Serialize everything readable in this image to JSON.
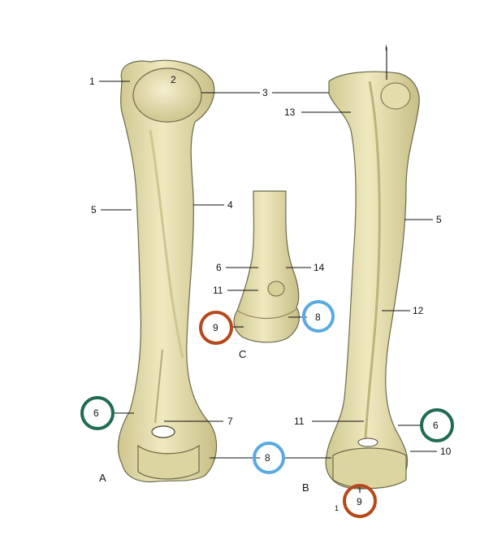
{
  "figure_labels": {
    "view_a": "A",
    "view_b": "B",
    "view_c": "C"
  },
  "markers": {
    "top_small": "I",
    "bottom_small": "1"
  },
  "view_a_labels": {
    "n1": "1",
    "n2": "2",
    "n3": "3",
    "n4": "4",
    "n5": "5",
    "n6": "6",
    "n7": "7",
    "n8": "8"
  },
  "view_b_labels": {
    "n13": "13",
    "n5": "5",
    "n12": "12",
    "n11": "11",
    "n6": "6",
    "n10": "10",
    "n9": "9"
  },
  "view_c_labels": {
    "n6": "6",
    "n14": "14",
    "n11": "11",
    "n9": "9",
    "n8": "8"
  },
  "colors": {
    "bone_fill": "#e9e3b4",
    "bone_shade": "#c9c08a",
    "circle_red": "#b5481c",
    "circle_blue": "#5aa9e0",
    "circle_green": "#1f6b55"
  }
}
